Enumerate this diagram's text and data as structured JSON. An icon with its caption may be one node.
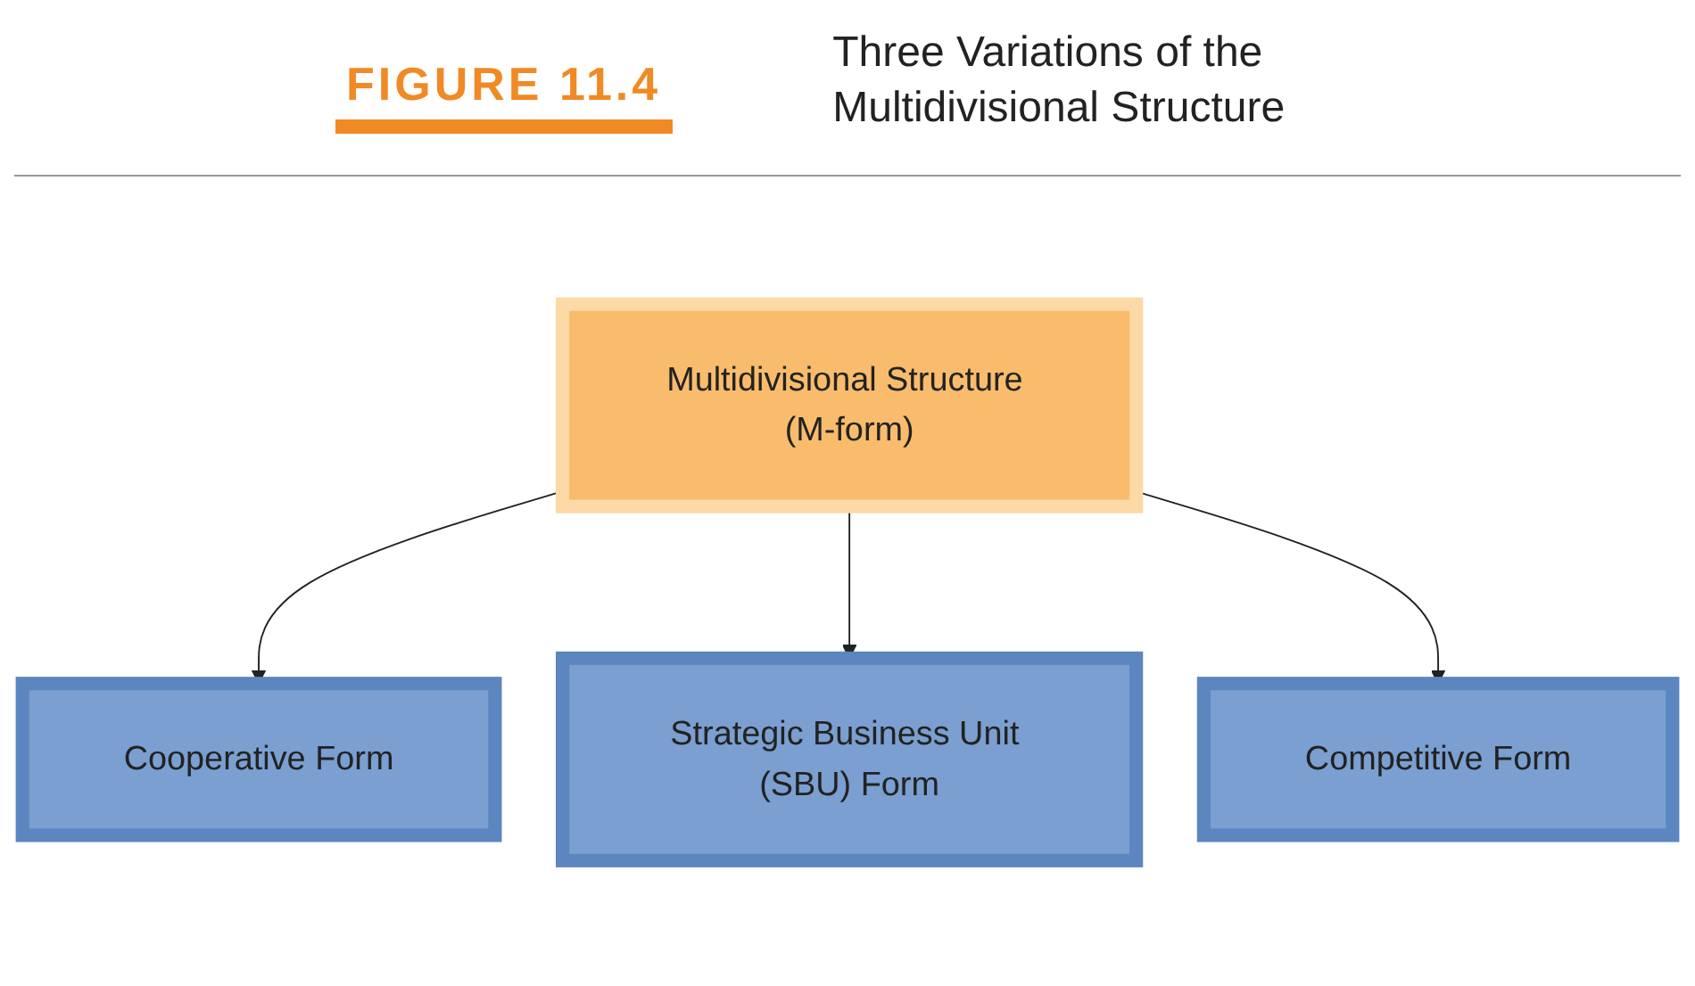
{
  "diagram": {
    "title": "Three Variations of the Multidivisional Structure",
    "nodes": [
      {
        "text": [
          "Multidivisional Structure (M-form)"
        ]
      },
      {
        "text": [
          "Cooperative Form"
        ]
      },
      {
        "text": [
          "Strategic Business Unit (SBU) Form"
        ]
      },
      {
        "text": [
          "Competitive Form"
        ]
      }
    ],
    "edges": [
      {
        "from": 0,
        "to": 1,
        "arrow": "to"
      },
      {
        "from": 0,
        "to": 2,
        "arrow": "to"
      },
      {
        "from": 0,
        "to": 3,
        "arrow": "to"
      }
    ],
    "labels": [
      "FIGURE 11.4"
    ]
  }
}
